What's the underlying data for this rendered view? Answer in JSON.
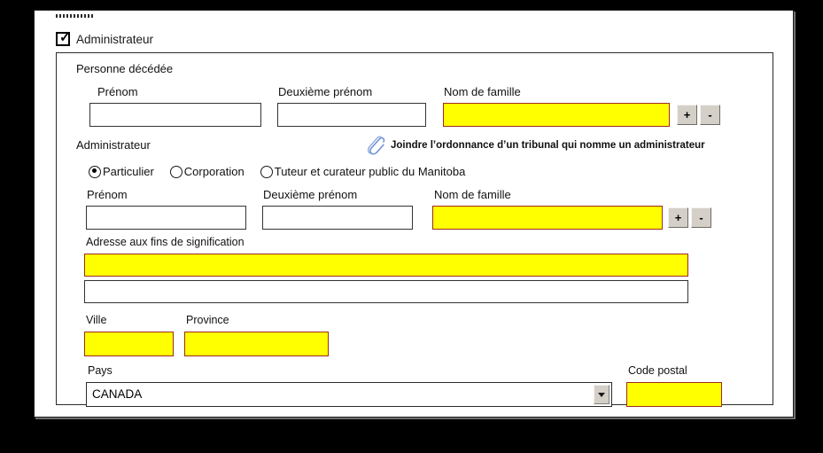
{
  "form": {
    "admin_checkbox": {
      "label": "Administrateur",
      "checked": true,
      "tick_glyph": "✓"
    },
    "sections": {
      "deceased": {
        "title": "Personne décédée",
        "fields": {
          "first_name": {
            "label": "Prénom",
            "value": "",
            "required": false
          },
          "middle_name": {
            "label": "Deuxième prénom",
            "value": "",
            "required": false
          },
          "last_name": {
            "label": "Nom de famille",
            "value": "",
            "required": true
          }
        },
        "row_buttons": {
          "add": "+",
          "remove": "-"
        }
      },
      "administrator": {
        "title": "Administrateur",
        "attachment_note": {
          "icon": "paperclip-icon",
          "text": "Joindre l’ordonnance d’un tribunal qui nomme un administrateur"
        },
        "type_options": [
          {
            "label": "Particulier",
            "selected": true
          },
          {
            "label": "Corporation",
            "selected": false
          },
          {
            "label": "Tuteur et curateur public du Manitoba",
            "selected": false
          }
        ],
        "fields": {
          "first_name": {
            "label": "Prénom",
            "value": "",
            "required": false
          },
          "middle_name": {
            "label": "Deuxième prénom",
            "value": "",
            "required": false
          },
          "last_name": {
            "label": "Nom de famille",
            "value": "",
            "required": true
          }
        },
        "row_buttons": {
          "add": "+",
          "remove": "-"
        }
      },
      "address": {
        "title": "Adresse aux fins de signification",
        "line1": {
          "value": "",
          "required": true
        },
        "line2": {
          "value": "",
          "required": false
        },
        "city": {
          "label": "Ville",
          "value": "",
          "required": true
        },
        "province": {
          "label": "Province",
          "value": "",
          "required": true
        },
        "country": {
          "label": "Pays",
          "value": "CANADA",
          "required": false,
          "control": "dropdown",
          "arrow_icon": "chevron-down-icon"
        },
        "postal_code": {
          "label": "Code postal",
          "value": "",
          "required": true
        }
      }
    }
  },
  "colors": {
    "required_fill": "#ffff00",
    "required_border": "#9e2a22",
    "field_border": "#333333",
    "page_background": "#ffffff",
    "frame": "#000000",
    "button_face": "#d4d0c8",
    "paperclip": "#5b7fc7"
  }
}
